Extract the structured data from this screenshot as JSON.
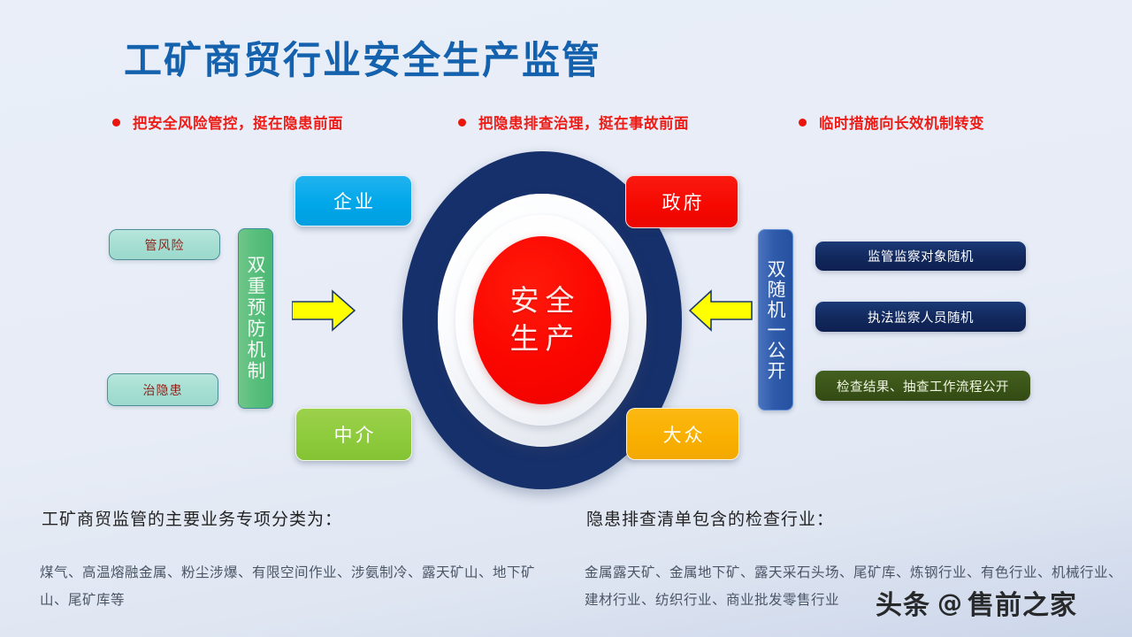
{
  "slide": {
    "title": "工矿商贸行业安全生产监管",
    "background_color": "#e8edf7",
    "title_color": "#1461ad"
  },
  "bullets": {
    "marker_color": "#e8160c",
    "text_color": "#ed1c16",
    "items": [
      {
        "label": "把安全风险管控，挺在隐患前面"
      },
      {
        "label": "把隐患排查治理，挺在事故前面"
      },
      {
        "label": "临时措施向长效机制转变"
      }
    ]
  },
  "center": {
    "core_line1": "安全",
    "core_line2": "生产",
    "core_color": "#fa0a00",
    "ring_color": "#16306b",
    "roles": [
      {
        "label": "企业",
        "color": "#00a7e9",
        "position": "top-left"
      },
      {
        "label": "政府",
        "color": "#f50800",
        "position": "top-right"
      },
      {
        "label": "中介",
        "color": "#8ecb3d",
        "position": "bottom-left"
      },
      {
        "label": "大众",
        "color": "#f9b000",
        "position": "bottom-right"
      }
    ]
  },
  "arrows": {
    "fill_color": "#ffff00",
    "stroke_color": "#1b3a6b",
    "left_direction": "right",
    "right_direction": "left"
  },
  "left_panel": {
    "vertical_label": "双重预防机制",
    "vertical_color": "#52bc78",
    "pills": [
      {
        "label": "管风险"
      },
      {
        "label": "治隐患"
      }
    ],
    "pill_color": "#a6ded2",
    "pill_text_color": "#8f1f17"
  },
  "right_panel": {
    "vertical_label": "双随机一公开",
    "vertical_color": "#2f5bab",
    "bars": [
      {
        "label": "监管监察对象随机",
        "color": "#12285c",
        "style": "navy"
      },
      {
        "label": "执法监察人员随机",
        "color": "#12285c",
        "style": "navy"
      },
      {
        "label": "检查结果、抽查工作流程公开",
        "color": "#3a5418",
        "style": "green"
      }
    ]
  },
  "footer": {
    "left": {
      "heading": "工矿商贸监管的主要业务专项分类为：",
      "body": "煤气、高温熔融金属、粉尘涉爆、有限空间作业、涉氨制冷、露天矿山、地下矿山、尾矿库等"
    },
    "right": {
      "heading": "隐患排查清单包含的检查行业：",
      "body": "金属露天矿、金属地下矿、露天采石头场、尾矿库、炼钢行业、有色行业、机械行业、建材行业、纺织行业、商业批发零售行业"
    }
  },
  "watermark": {
    "brand": "头条",
    "at": "@",
    "account": "售前之家"
  }
}
